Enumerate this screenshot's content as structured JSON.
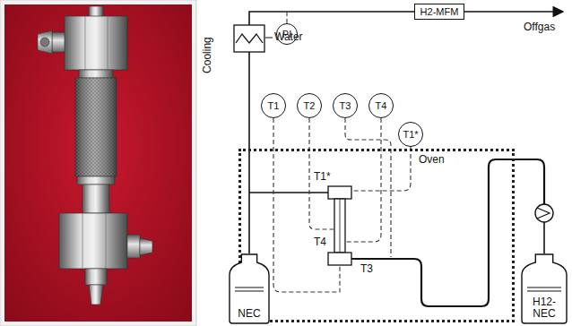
{
  "diagram": {
    "nodes": [
      {
        "text": [
          "H2-MFM"
        ]
      },
      {
        "text": [
          "PI"
        ]
      },
      {
        "text": [
          "T1"
        ]
      },
      {
        "text": [
          "T2"
        ]
      },
      {
        "text": [
          "T3"
        ]
      },
      {
        "text": [
          "T4"
        ]
      },
      {
        "text": [
          "T1*"
        ]
      },
      {
        "text": [
          "Oven"
        ]
      },
      {
        "text": [
          "NEC"
        ]
      },
      {
        "text": [
          "H12-NEC"
        ]
      }
    ],
    "labels": [
      "Cooling",
      "Water",
      "Offgas",
      "T1*",
      "T4",
      "T3"
    ]
  }
}
